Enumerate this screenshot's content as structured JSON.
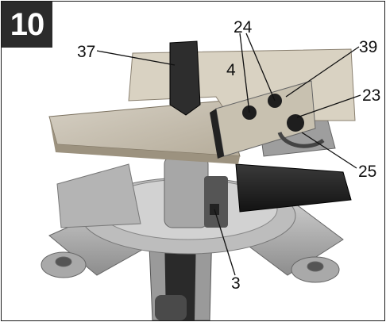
{
  "figure": {
    "number": "10",
    "badge_color": "#2b2b2b"
  },
  "callouts": {
    "c37": "37",
    "c24": "24",
    "c39": "39",
    "c4": "4",
    "c23": "23",
    "c25": "25",
    "c3": "3"
  }
}
